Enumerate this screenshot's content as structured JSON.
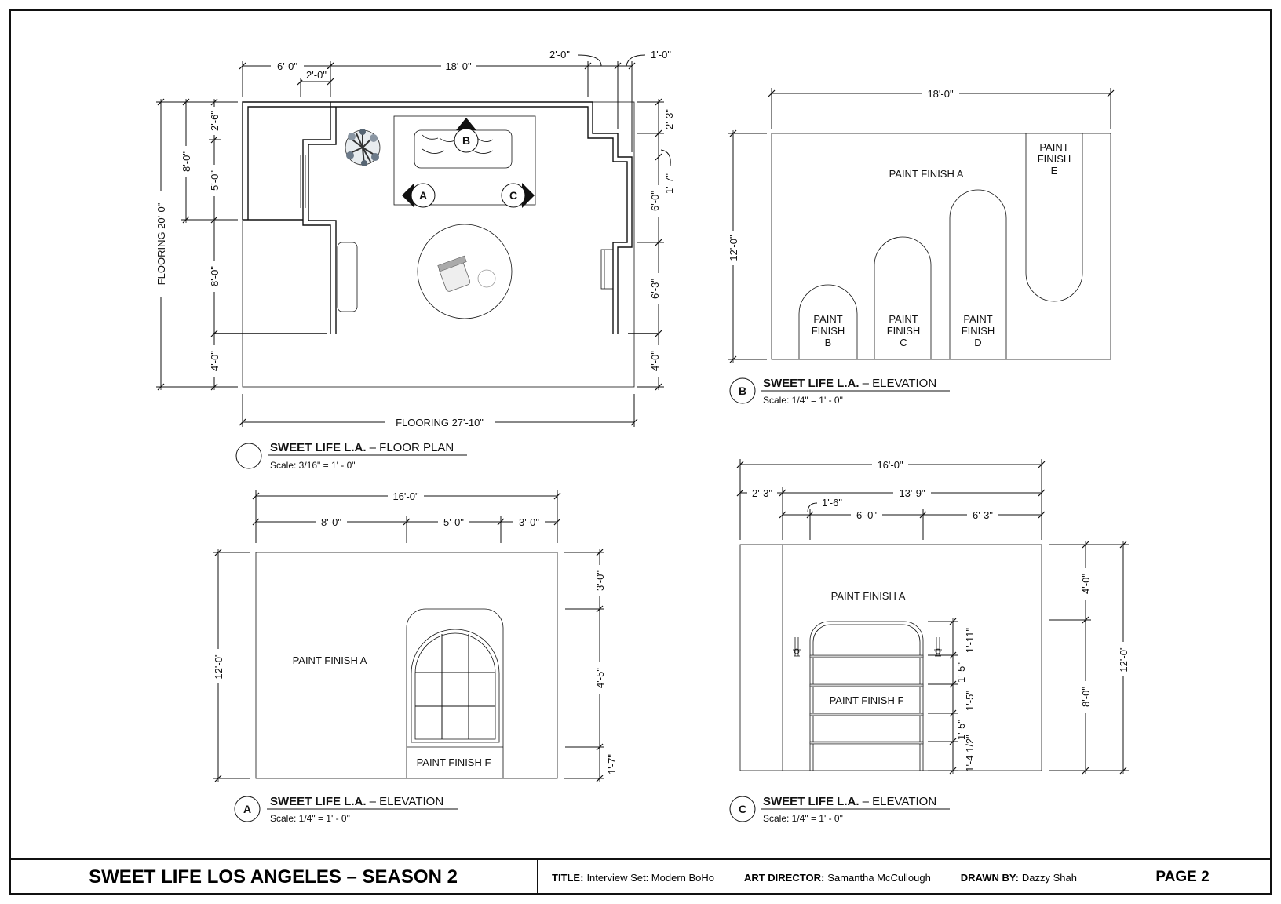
{
  "floor_plan": {
    "title": "SWEET LIFE L.A.",
    "title_suffix": "– FLOOR PLAN",
    "scale": "Scale:  3/16\" = 1' - 0\"",
    "marker": "–",
    "dims": {
      "top_6": "6'-0\"",
      "top_2a": "2'-0\"",
      "top_18": "18'-0\"",
      "top_2b": "2'-0\"",
      "top_1": "1'-0\"",
      "left_2_6": "2'-6\"",
      "left_5": "5'-0\"",
      "left_8a": "8'-0\"",
      "left_8b": "8'-0\"",
      "left_4": "4'-0\"",
      "left_flooring": "FLOORING 20'-0\"",
      "right_2_3": "2'-3\"",
      "right_1_7": "1'-7\"",
      "right_6": "6'-0\"",
      "right_6_3": "6'-3\"",
      "right_4": "4'-0\"",
      "bottom_flooring": "FLOORING 27'-10\""
    },
    "views": {
      "a": "A",
      "b": "B",
      "c": "C"
    }
  },
  "elev_b": {
    "marker": "B",
    "title": "SWEET LIFE L.A.",
    "title_suffix": "– ELEVATION",
    "scale": "Scale:  1/4\" = 1' - 0\"",
    "dim_width": "18'-0\"",
    "dim_height": "12'-0\"",
    "paint_a": "PAINT FINISH A",
    "paint_b": [
      "PAINT",
      "FINISH",
      "B"
    ],
    "paint_c": [
      "PAINT",
      "FINISH",
      "C"
    ],
    "paint_d": [
      "PAINT",
      "FINISH",
      "D"
    ],
    "paint_e": [
      "PAINT",
      "FINISH",
      "E"
    ]
  },
  "elev_a": {
    "marker": "A",
    "title": "SWEET LIFE L.A.",
    "title_suffix": "– ELEVATION",
    "scale": "Scale:  1/4\" = 1' - 0\"",
    "dim_total": "16'-0\"",
    "dim_8": "8'-0\"",
    "dim_5": "5'-0\"",
    "dim_3": "3'-0\"",
    "dim_height": "12'-0\"",
    "dim_r3": "3'-0\"",
    "dim_r4_5": "4'-5\"",
    "dim_r1_7": "1'-7\"",
    "paint_a": "PAINT FINISH A",
    "paint_f": "PAINT FINISH F"
  },
  "elev_c": {
    "marker": "C",
    "title": "SWEET LIFE L.A.",
    "title_suffix": "– ELEVATION",
    "scale": "Scale:  1/4\" = 1' - 0\"",
    "dim_total": "16'-0\"",
    "dim_2_3": "2'-3\"",
    "dim_13_9": "13'-9\"",
    "dim_1_6": "1'-6\"",
    "dim_6": "6'-0\"",
    "dim_6_3": "6'-3\"",
    "dim_r4": "4'-0\"",
    "dim_r8": "8'-0\"",
    "dim_r12": "12'-0\"",
    "dim_s1_11": "1'-11\"",
    "dim_s1_5a": "1'-5\"",
    "dim_s1_5b": "1'-5\"",
    "dim_s1_5c": "1'-5\"",
    "dim_s1_4": "1'-4 1/2\"",
    "paint_a": "PAINT FINISH A",
    "paint_f": "PAINT FINISH F"
  },
  "title_block": {
    "project": "SWEET LIFE LOS ANGELES – SEASON 2",
    "title_label": "TITLE:",
    "title_value": "Interview Set: Modern BoHo",
    "art_director_label": "ART DIRECTOR:",
    "art_director_value": "Samantha McCullough",
    "drawn_by_label": "DRAWN BY:",
    "drawn_by_value": "Dazzy Shah",
    "page": "PAGE 2"
  }
}
